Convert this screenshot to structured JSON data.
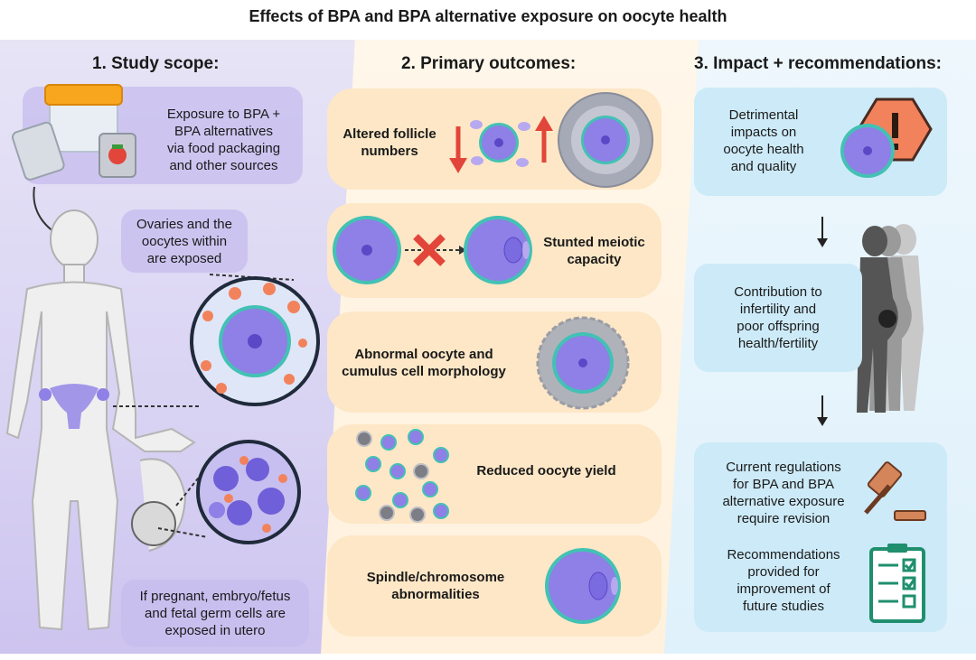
{
  "title": "Effects of BPA and BPA alternative exposure on oocyte health",
  "panels": [
    {
      "heading": "1.  Study scope:",
      "boxes": [
        {
          "lines": [
            "Exposure to BPA +",
            "BPA alternatives",
            "via food packaging",
            "and other sources"
          ]
        },
        {
          "lines": [
            "Ovaries and the",
            "oocytes within",
            "are exposed"
          ]
        },
        {
          "lines": [
            "If pregnant, embryo/fetus",
            "and fetal germ cells are",
            "exposed in utero"
          ]
        }
      ]
    },
    {
      "heading": "2. Primary outcomes:",
      "outcomes": [
        {
          "lines": [
            "Altered follicle",
            "numbers"
          ]
        },
        {
          "lines": [
            "Stunted meiotic",
            "capacity"
          ]
        },
        {
          "lines": [
            "Abnormal oocyte and",
            "cumulus cell morphology"
          ]
        },
        {
          "lines": [
            "Reduced oocyte yield"
          ]
        },
        {
          "lines": [
            "Spindle/chromosome",
            "abnormalities"
          ]
        }
      ]
    },
    {
      "heading": "3. Impact + recommendations:",
      "boxes": [
        {
          "lines": [
            "Detrimental",
            "impacts on",
            "oocyte health",
            "and quality"
          ]
        },
        {
          "lines": [
            "Contribution to",
            "infertility and",
            "poor offspring",
            "health/fertility"
          ]
        },
        {
          "lines": [
            "Current regulations",
            "for BPA and BPA",
            "alternative exposure",
            "require revision"
          ]
        },
        {
          "lines": [
            "Recommendations",
            "provided for",
            "improvement of",
            "future studies"
          ]
        }
      ]
    }
  ],
  "colors": {
    "oocyte": "#8e80e6",
    "zona": "#43c1b4",
    "arrow_red": "#e2453a",
    "warning": "#f2825c",
    "clipboard": "#1f8f6e"
  }
}
